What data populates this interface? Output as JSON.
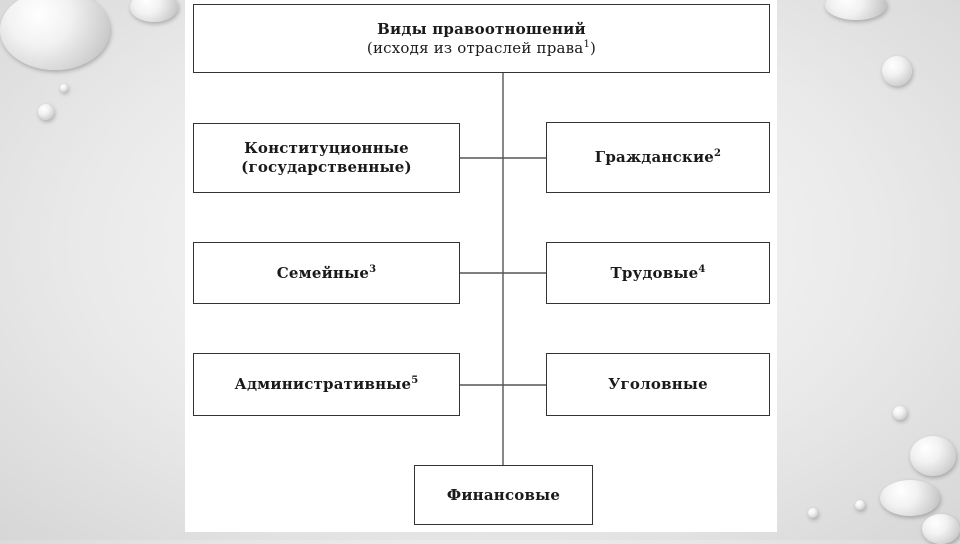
{
  "diagram": {
    "root": {
      "title": "Виды правоотношений",
      "subtitle": "(исходя из отраслей права",
      "subtitle_sup": "1",
      "subtitle_end": ")"
    },
    "nodes": [
      {
        "id": "constitutional",
        "label": "Конституционные\n(государственные)",
        "sup": ""
      },
      {
        "id": "civil",
        "label": "Гражданские",
        "sup": "2"
      },
      {
        "id": "family",
        "label": "Семейные",
        "sup": "3"
      },
      {
        "id": "labor",
        "label": "Трудовые",
        "sup": "4"
      },
      {
        "id": "administrative",
        "label": "Административные",
        "sup": "5"
      },
      {
        "id": "criminal",
        "label": "Уголовные",
        "sup": ""
      },
      {
        "id": "financial",
        "label": "Финансовые",
        "sup": ""
      }
    ]
  }
}
